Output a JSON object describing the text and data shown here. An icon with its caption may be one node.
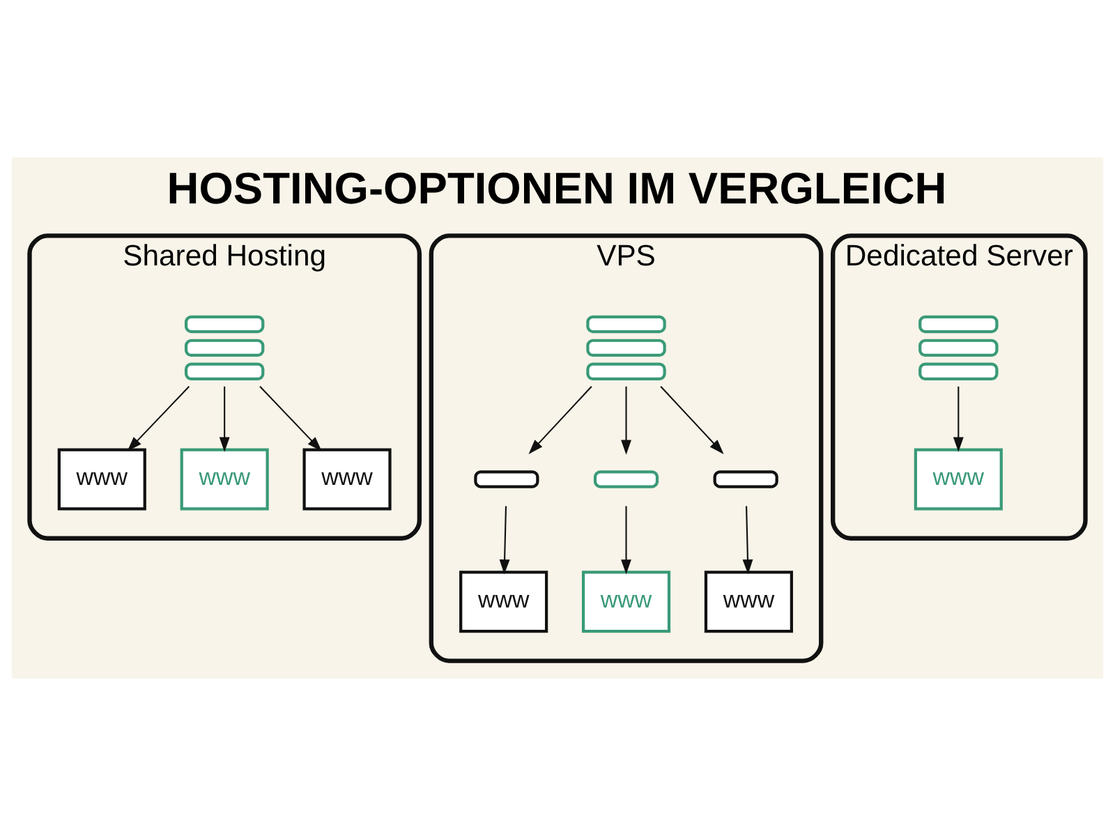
{
  "diagram": {
    "title": "HOSTING-OPTIONEN IM VERGLEICH",
    "nodes": [
      {
        "text": [
          "Shared Hosting"
        ]
      },
      {
        "text": [],
        "shape": "picture",
        "in": 0
      },
      {
        "text": [
          "www"
        ],
        "in": 0
      },
      {
        "text": [
          "www"
        ],
        "in": 0
      },
      {
        "text": [
          "www"
        ],
        "in": 0
      },
      {
        "text": [
          "VPS"
        ]
      },
      {
        "text": [],
        "shape": "picture",
        "in": 5
      },
      {
        "text": [],
        "shape": "bar",
        "in": 5
      },
      {
        "text": [],
        "shape": "bar",
        "in": 5
      },
      {
        "text": [],
        "shape": "bar",
        "in": 5
      },
      {
        "text": [
          "www"
        ],
        "in": 5
      },
      {
        "text": [
          "www"
        ],
        "in": 5
      },
      {
        "text": [
          "www"
        ],
        "in": 5
      },
      {
        "text": [
          "Dedicated Server"
        ]
      },
      {
        "text": [],
        "shape": "picture",
        "in": 13
      },
      {
        "text": [
          "www"
        ],
        "in": 13
      }
    ],
    "edges": [
      {
        "from": 1,
        "to": 2,
        "arrow": "to"
      },
      {
        "from": 1,
        "to": 3,
        "arrow": "to"
      },
      {
        "from": 1,
        "to": 4,
        "arrow": "to"
      },
      {
        "from": 6,
        "to": 7,
        "arrow": "to"
      },
      {
        "from": 6,
        "to": 8,
        "arrow": "to"
      },
      {
        "from": 6,
        "to": 9,
        "arrow": "to"
      },
      {
        "from": 7,
        "to": 10,
        "arrow": "to"
      },
      {
        "from": 8,
        "to": 11,
        "arrow": "to"
      },
      {
        "from": 9,
        "to": 12,
        "arrow": "to"
      },
      {
        "from": 14,
        "to": 15,
        "arrow": "to"
      }
    ]
  }
}
